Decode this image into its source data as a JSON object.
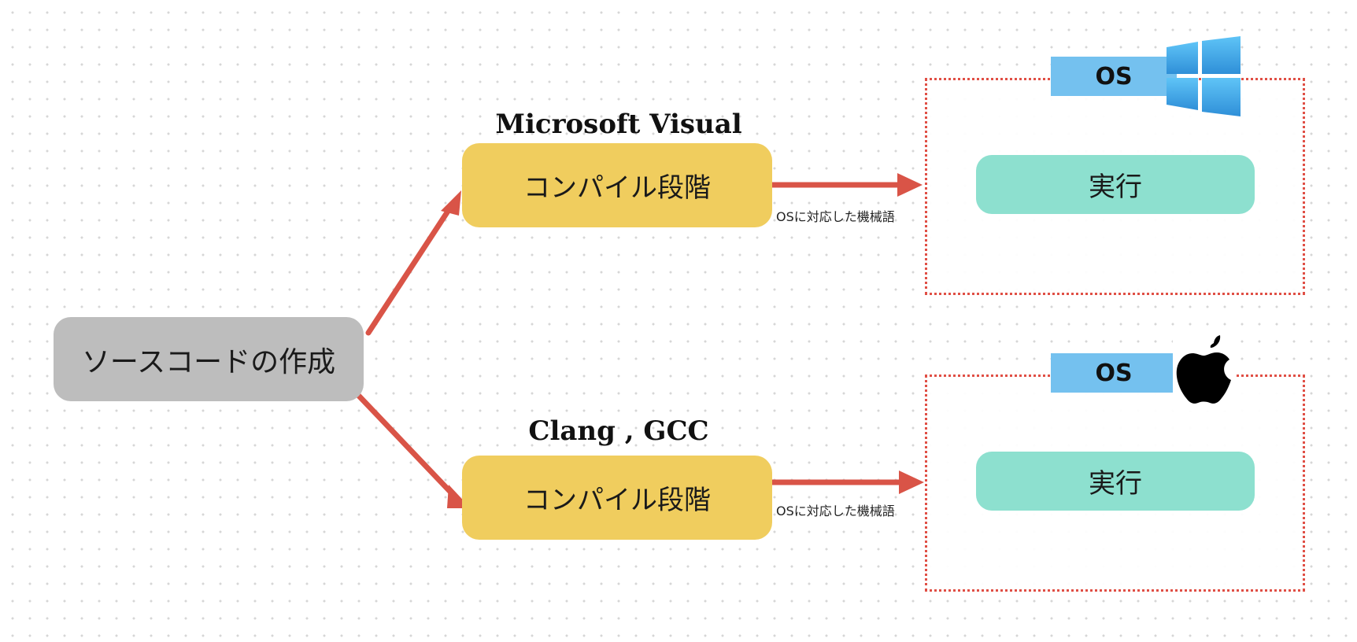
{
  "nodes": {
    "source": {
      "label": "ソースコードの作成"
    },
    "compile_top": {
      "label": "コンパイル段階",
      "compiler": "Microsoft Visual"
    },
    "compile_bottom": {
      "label": "コンパイル段階",
      "compiler": "Clang , GCC"
    },
    "exec_top": {
      "label": "実行",
      "os_tag": "OS",
      "os_icon": "windows-logo-icon"
    },
    "exec_bottom": {
      "label": "実行",
      "os_tag": "OS",
      "os_icon": "apple-logo-icon"
    }
  },
  "edges": {
    "machine_code_label_top": "OSに対応した機械語",
    "machine_code_label_bottom": "OSに対応した機械語"
  },
  "colors": {
    "source_box": "#bdbdbd",
    "compile_box": "#f0cd5e",
    "exec_box": "#8de0cf",
    "os_tag": "#74c1ef",
    "arrow": "#d95447",
    "frame_border": "#e04f45"
  }
}
